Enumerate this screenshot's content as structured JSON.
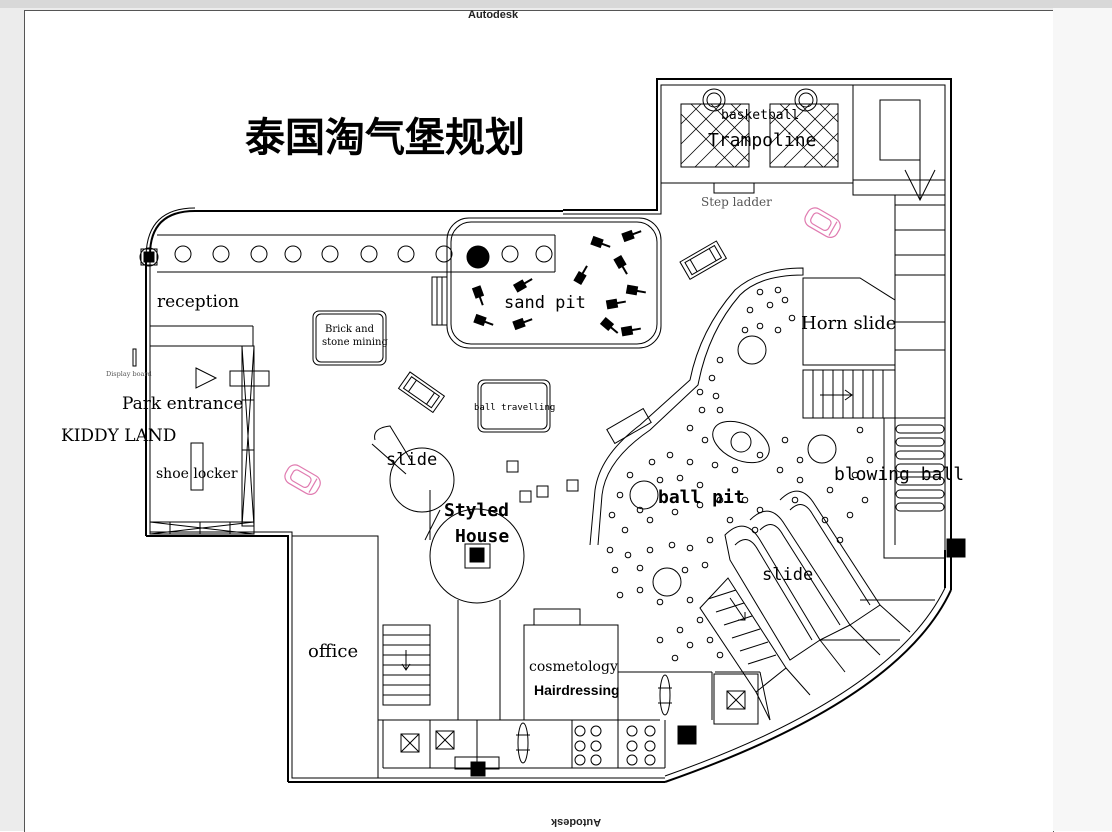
{
  "watermark": {
    "top": "Autodesk",
    "bottom": "Autodesk"
  },
  "plan": {
    "title": "泰国淘气堡规划",
    "labels": {
      "basketball": "basketball",
      "trampoline": "Trampoline",
      "step_ladder": "Step ladder",
      "reception": "reception",
      "sand_pit": "sand pit",
      "brick_mining": "Brick and stone mining",
      "brick_line1": "Brick and",
      "brick_line2": "stone mining",
      "horn_slide": "Horn slide",
      "display_board": "Display board",
      "park_entrance": "Park entrance",
      "ball_travelling": "ball travelling",
      "kiddy_land": "KIDDY LAND",
      "slide_left": "slide",
      "shoe_locker": "shoe locker",
      "blowing_ball": "blowing ball",
      "ball_pit": "ball pit",
      "styled_house_line1": "Styled",
      "styled_house_line2": "House",
      "slide_right": "slide",
      "office": "office",
      "cosmetology": "cosmetology",
      "hairdressing": "Hairdressing"
    },
    "colors": {
      "line": "#000000",
      "car": "#e07bb0",
      "background": "#ffffff"
    }
  }
}
